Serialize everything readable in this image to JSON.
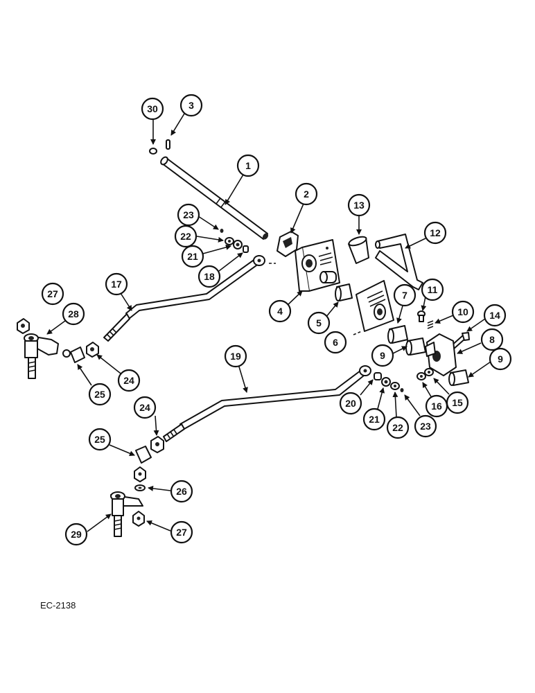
{
  "drawing_code": "EC-2138",
  "callouts": [
    "30",
    "3",
    "1",
    "2",
    "13",
    "12",
    "23",
    "22",
    "21",
    "18",
    "17",
    "4",
    "5",
    "6",
    "7",
    "11",
    "10",
    "14",
    "8",
    "9",
    "9",
    "27",
    "28",
    "24",
    "25",
    "19",
    "20",
    "21",
    "22",
    "23",
    "16",
    "15",
    "24",
    "25",
    "26",
    "29",
    "27"
  ]
}
